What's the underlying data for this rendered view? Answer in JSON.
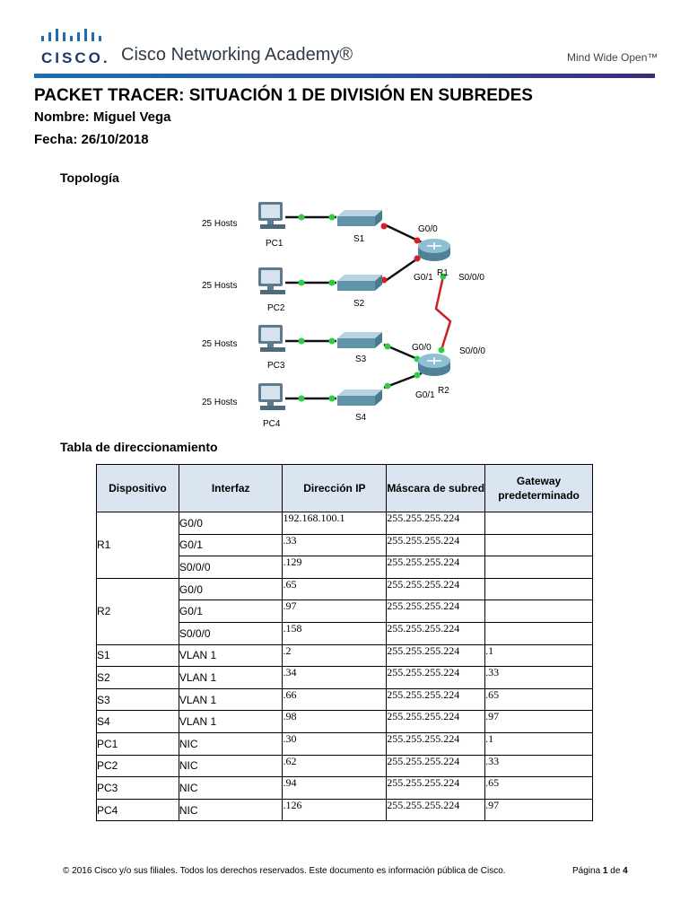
{
  "header": {
    "logo_text": "CISCO.",
    "academy": "Cisco Networking Academy®",
    "tagline": "Mind Wide Open™"
  },
  "title": "PACKET TRACER: SITUACIÓN 1 DE DIVISIÓN EN SUBREDES",
  "name_line": "Nombre: Miguel Vega",
  "date_line": "Fecha: 26/10/2018",
  "topology": {
    "heading": "Topología",
    "hosts_label": "25 Hosts",
    "pcs": [
      "PC1",
      "PC2",
      "PC3",
      "PC4"
    ],
    "switches": [
      "S1",
      "S2",
      "S3",
      "S4"
    ],
    "routers": [
      "R1",
      "R2"
    ],
    "iface_labels": {
      "r1_g00": "G0/0",
      "r1_g01": "G0/1",
      "r1_s000": "S0/0/0",
      "r2_g00": "G0/0",
      "r2_g01": "G0/1",
      "r2_s000": "S0/0/0"
    }
  },
  "addressing": {
    "heading": "Tabla de direccionamiento",
    "headers": [
      "Dispositivo",
      "Interfaz",
      "Dirección IP",
      "Máscara de subred",
      "Gateway predeterminado"
    ],
    "groups": [
      {
        "device": "R1",
        "rows": [
          {
            "interface": "G0/0",
            "ip": "192.168.100.1",
            "mask": "255.255.255.224",
            "gateway": ""
          },
          {
            "interface": "G0/1",
            "ip": ".33",
            "mask": "255.255.255.224",
            "gateway": ""
          },
          {
            "interface": "S0/0/0",
            "ip": ".129",
            "mask": "255.255.255.224",
            "gateway": ""
          }
        ]
      },
      {
        "device": "R2",
        "rows": [
          {
            "interface": "G0/0",
            "ip": ".65",
            "mask": "255.255.255.224",
            "gateway": ""
          },
          {
            "interface": "G0/1",
            "ip": ".97",
            "mask": "255.255.255.224",
            "gateway": ""
          },
          {
            "interface": "S0/0/0",
            "ip": ".158",
            "mask": "255.255.255.224",
            "gateway": ""
          }
        ]
      },
      {
        "device": "S1",
        "rows": [
          {
            "interface": "VLAN 1",
            "ip": ".2",
            "mask": "255.255.255.224",
            "gateway": ".1"
          }
        ]
      },
      {
        "device": "S2",
        "rows": [
          {
            "interface": "VLAN 1",
            "ip": ".34",
            "mask": "255.255.255.224",
            "gateway": ".33"
          }
        ]
      },
      {
        "device": "S3",
        "rows": [
          {
            "interface": "VLAN 1",
            "ip": ".66",
            "mask": "255.255.255.224",
            "gateway": ".65"
          }
        ]
      },
      {
        "device": "S4",
        "rows": [
          {
            "interface": "VLAN 1",
            "ip": ".98",
            "mask": "255.255.255.224",
            "gateway": ".97"
          }
        ]
      },
      {
        "device": "PC1",
        "rows": [
          {
            "interface": "NIC",
            "ip": ".30",
            "mask": "255.255.255.224",
            "gateway": ".1"
          }
        ]
      },
      {
        "device": "PC2",
        "rows": [
          {
            "interface": "NIC",
            "ip": ".62",
            "mask": "255.255.255.224",
            "gateway": ".33"
          }
        ]
      },
      {
        "device": "PC3",
        "rows": [
          {
            "interface": "NIC",
            "ip": ".94",
            "mask": "255.255.255.224",
            "gateway": ".65"
          }
        ]
      },
      {
        "device": "PC4",
        "rows": [
          {
            "interface": "NIC",
            "ip": ".126",
            "mask": "255.255.255.224",
            "gateway": ".97"
          }
        ]
      }
    ]
  },
  "footer": {
    "copyright": "© 2016 Cisco y/o sus filiales. Todos los derechos reservados. Este documento es información pública de Cisco.",
    "page_word": "Página",
    "page_num": "1",
    "of_word": "de",
    "page_total": "4"
  }
}
